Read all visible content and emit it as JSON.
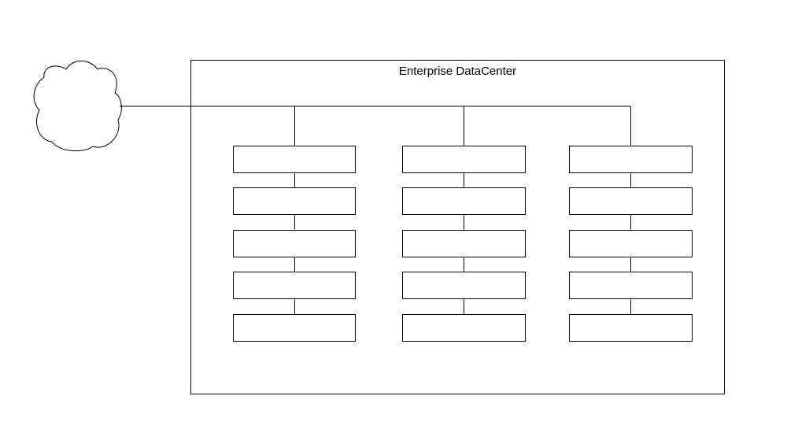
{
  "diagram": {
    "title": "Enterprise DataCenter",
    "cloud_icon": "cloud-icon",
    "columns": [
      {
        "servers": 5
      },
      {
        "servers": 5
      },
      {
        "servers": 5
      }
    ]
  },
  "colors": {
    "stroke": "#000000",
    "fill": "#ffffff"
  }
}
